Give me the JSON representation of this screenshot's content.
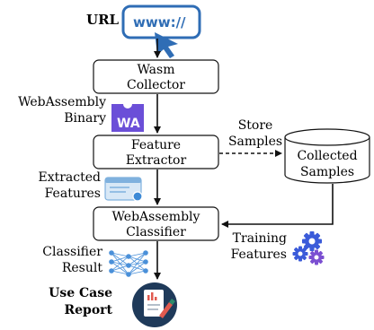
{
  "diagram": {
    "url_label": "URL",
    "url_text": "www://",
    "nodes": {
      "wasm_collector": [
        "Wasm",
        "Collector"
      ],
      "feature_extractor": [
        "Feature",
        "Extractor"
      ],
      "wasm_classifier": [
        "WebAssembly",
        "Classifier"
      ],
      "collected_samples": [
        "Collected",
        "Samples"
      ]
    },
    "labels": {
      "webassembly_binary": [
        "WebAssembly",
        "Binary"
      ],
      "extracted_features": [
        "Extracted",
        "Features"
      ],
      "classifier_result": [
        "Classifier",
        "Result"
      ],
      "store_samples": [
        "Store",
        "Samples"
      ],
      "training_features": [
        "Training",
        "Features"
      ],
      "use_case_report": [
        "Use Case",
        "Report"
      ]
    },
    "wa_badge": "WA",
    "colors": {
      "url_blue": "#2f6db5",
      "wa_purple": "#6b4fd8",
      "report_navy": "#1f3a5a",
      "gear_blue": "#3b5bd9",
      "gear_purple": "#7b4fd1"
    }
  }
}
